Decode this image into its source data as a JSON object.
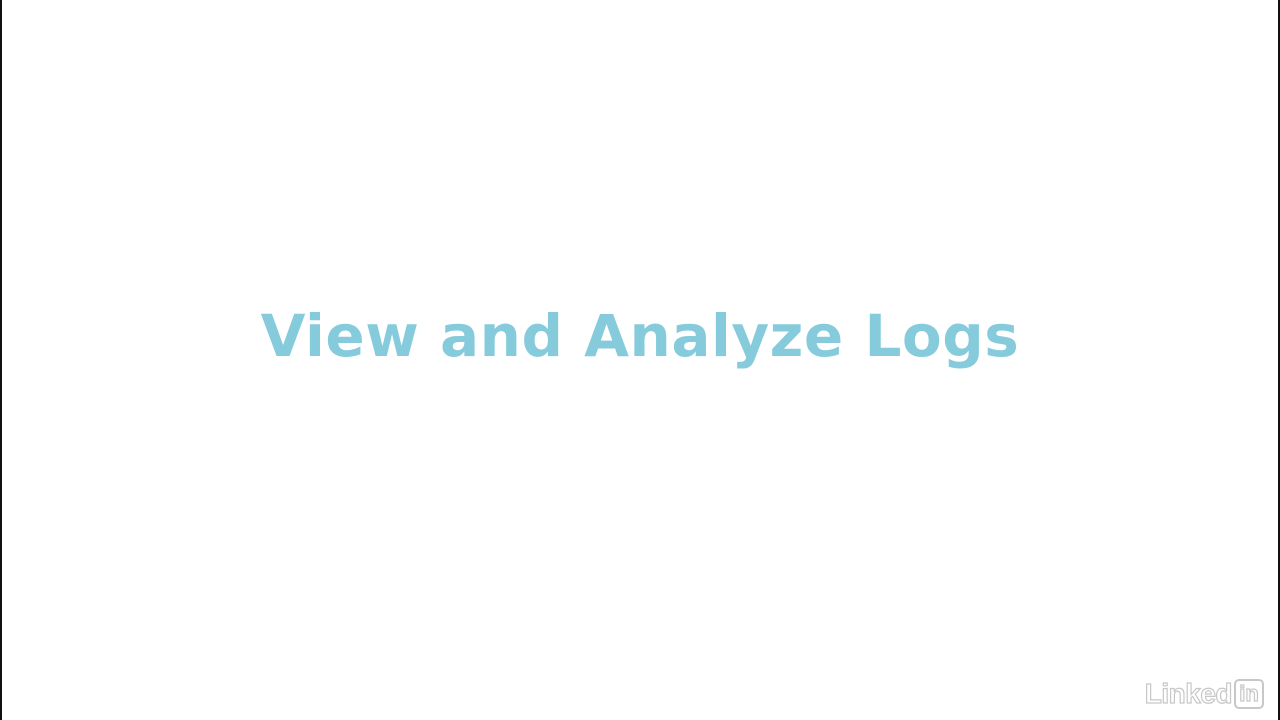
{
  "slide": {
    "title": "View and Analyze Logs",
    "title_color": "#86cbdc",
    "background": "#ffffff"
  },
  "watermark": {
    "brand_text": "Linked",
    "brand_box_text": "in",
    "icon": "linkedin-logo"
  }
}
